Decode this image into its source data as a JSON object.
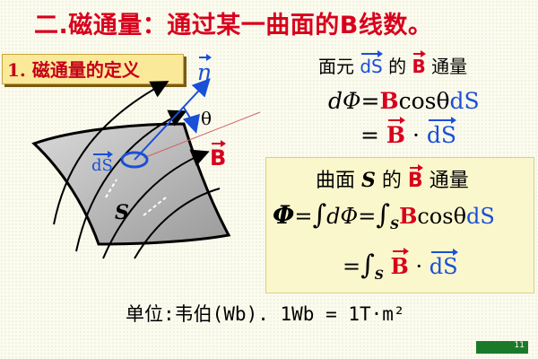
{
  "title": "二.磁通量：通过某一曲面的B线数。",
  "section": {
    "label": "1. 磁通量的定义"
  },
  "figure": {
    "normal_label": "n",
    "angle_label": "θ",
    "field_label": "B",
    "element_label": "dS",
    "surface_label": "S"
  },
  "element_flux": {
    "heading_pre": "面元",
    "heading_ds": "dS",
    "heading_mid": "的",
    "heading_b": "B",
    "heading_post": "通量",
    "line1_lhs": "dΦ",
    "line1_eq": "=",
    "line1_b": "B",
    "line1_cos": "cosθ",
    "line1_ds": "dS",
    "line2_eq": "=",
    "line2_b": "B",
    "line2_dot": "·",
    "line2_ds": "dS"
  },
  "surface_flux": {
    "heading_pre": "曲面",
    "heading_s": "S",
    "heading_mid": "的",
    "heading_b": "B",
    "heading_post": "通量",
    "line1_phi": "Φ",
    "line1_eq1": "=",
    "line1_int1": "∫",
    "line1_dphi": "dΦ",
    "line1_eq2": "=",
    "line1_int2": "∫",
    "line1_sub": "S",
    "line1_b": "B",
    "line1_cos": "cosθ",
    "line1_ds": "dS",
    "line2_eq": "=",
    "line2_int": "∫",
    "line2_sub": "S",
    "line2_b": "B",
    "line2_dot": "·",
    "line2_ds": "dS"
  },
  "unit_text": "单位:韦伯(Wb). 1Wb = 1T·m²",
  "slide_number": "11"
}
